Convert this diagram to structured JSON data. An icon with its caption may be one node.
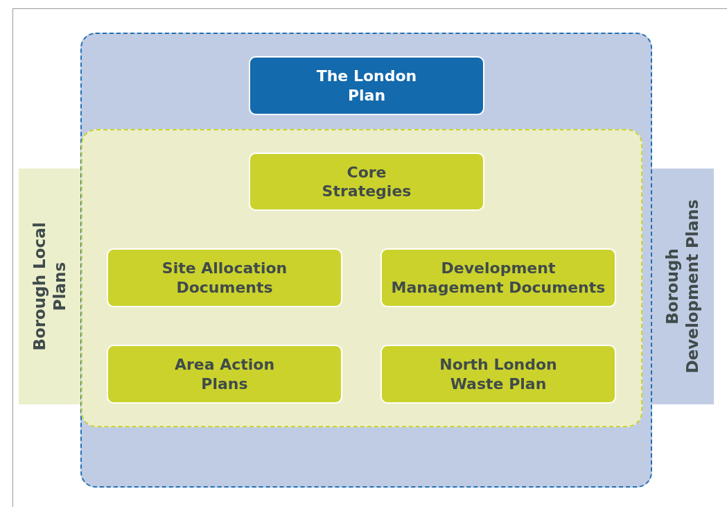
{
  "diagram": {
    "nodes": [
      {
        "text": [],
        "shape": "box"
      },
      {
        "text": [
          "The London Plan"
        ],
        "in": 0
      },
      {
        "text": [],
        "shape": "box",
        "in": 0
      },
      {
        "text": [
          "Core Strategies"
        ],
        "in": 2
      },
      {
        "text": [
          "Site Allocation Documents"
        ],
        "in": 2
      },
      {
        "text": [
          "Development Management Documents"
        ],
        "in": 2
      },
      {
        "text": [
          "Area Action Plans"
        ],
        "in": 2
      },
      {
        "text": [
          "North London Waste Plan"
        ],
        "in": 2
      },
      {
        "text": [
          "Borough Local Plans"
        ]
      },
      {
        "text": [
          "Borough Development Plans"
        ]
      }
    ],
    "edges": []
  }
}
